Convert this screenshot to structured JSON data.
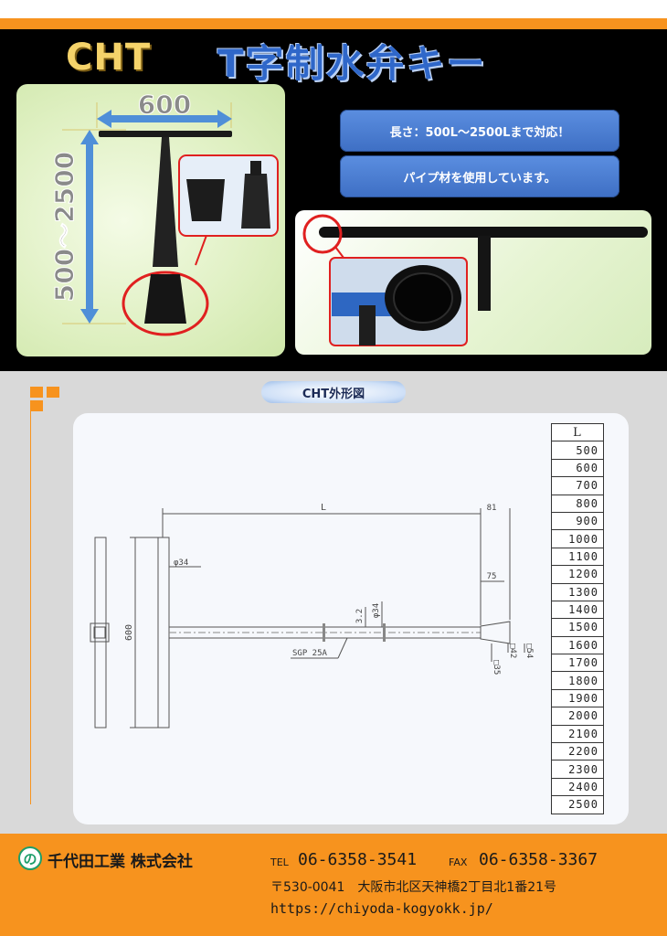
{
  "header": {
    "brand": "CHT",
    "title": "T字制水弁キー"
  },
  "left_photo": {
    "width_dim": "600",
    "height_dim": "500～2500"
  },
  "features": [
    "長さ：500L～2500Lまで対応！",
    "パイプ材を使用しています。"
  ],
  "section": {
    "subtitle": "CHT外形図"
  },
  "drawing": {
    "labels": {
      "L": "L",
      "d81": "81",
      "d75": "75",
      "phi34_top": "φ34",
      "phi34_mid": "φ34",
      "d32": "3.2",
      "d600": "600",
      "sgp": "SGP 25A",
      "sq35": "□35",
      "sq42": "□42",
      "sq54": "□54"
    },
    "table_header": "L",
    "table_values": [
      "500",
      "600",
      "700",
      "800",
      "900",
      "1000",
      "1100",
      "1200",
      "1300",
      "1400",
      "1500",
      "1600",
      "1700",
      "1800",
      "1900",
      "2000",
      "2100",
      "2200",
      "2300",
      "2400",
      "2500"
    ]
  },
  "footer": {
    "logo_glyph": "の",
    "company": "千代田工業 株式会社",
    "tel_label": "TEL",
    "tel": "06-6358-3541",
    "fax_label": "FAX",
    "fax": "06-6358-3367",
    "address": "〒530-0041　大阪市北区天神橋2丁目北1番21号",
    "url": "https://chiyoda-kogyokk.jp/"
  },
  "colors": {
    "orange": "#f7931e",
    "title_blue": "#2f67c9",
    "brand_gold": "#f5d36a",
    "pill_blue": "#3e6fc4"
  }
}
